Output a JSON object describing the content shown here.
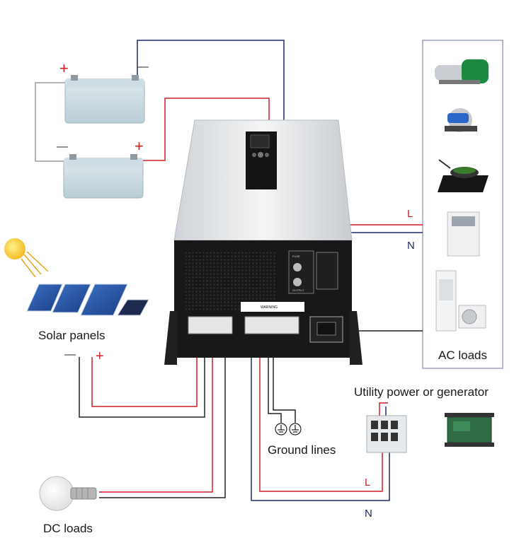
{
  "labels": {
    "solar_panels": "Solar panels",
    "ac_loads": "AC loads",
    "utility": "Utility power or generator",
    "ground_lines": "Ground lines",
    "dc_loads": "DC loads",
    "line_L": "L",
    "line_N": "N",
    "plus": "+",
    "minus": "—"
  },
  "inverter_panel": {
    "warning": "WARNING",
    "fuse": "FUSE",
    "output": "OUTPUT"
  },
  "colors": {
    "wire_red": "#d11f26",
    "wire_navy": "#1f2a68",
    "wire_black": "#222222",
    "text": "#1a1a1a",
    "frame": "#9aa0b8"
  }
}
